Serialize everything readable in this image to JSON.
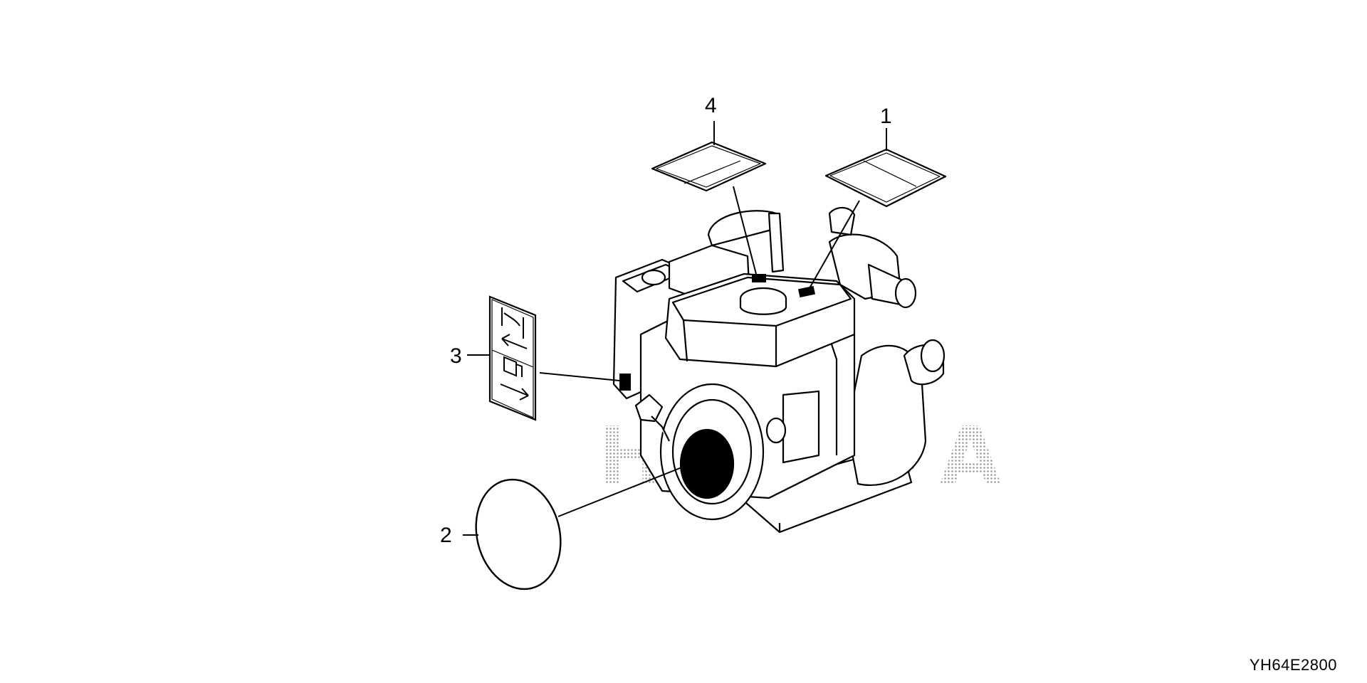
{
  "callouts": [
    {
      "id": "1",
      "label": "1"
    },
    {
      "id": "2",
      "label": "2"
    },
    {
      "id": "3",
      "label": "3"
    },
    {
      "id": "4",
      "label": "4"
    }
  ],
  "watermark": "HONDA",
  "diagram_code": "YH64E2800",
  "colors": {
    "line": "#000000",
    "background": "#ffffff",
    "watermark_dots": "#9a9a9a"
  }
}
